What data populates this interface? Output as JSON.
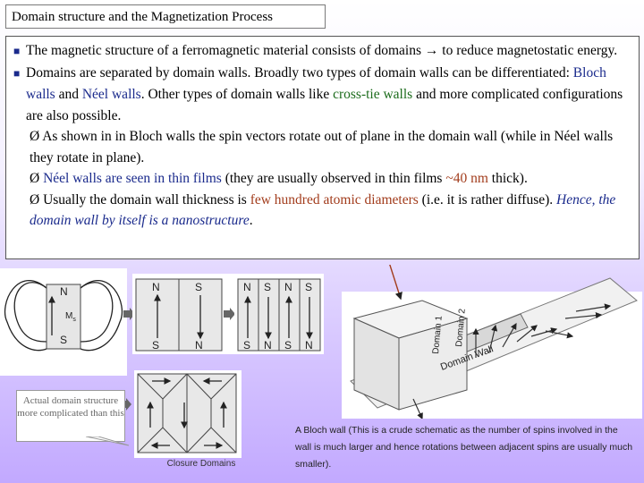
{
  "title": "Domain structure and the Magnetization Process",
  "bullets": [
    {
      "text": "The magnetic structure of a ferromagnetic material consists of domains → to reduce magnetostatic energy."
    },
    {
      "pre": "Domains are separated by domain walls. Broadly two types of domain walls can be differentiated: ",
      "bloch": "Bloch walls",
      "and": " and ",
      "neel": "Néel walls",
      "mid": ". Other types of domain walls like ",
      "crosstie": "cross-tie walls",
      "post": " and more complicated configurations are also possible."
    }
  ],
  "sub_bullets": [
    {
      "text": "As shown in  in Bloch walls the spin vectors rotate out of plane in the domain wall (while in Néel walls they rotate in plane)."
    },
    {
      "neel_films": "Néel walls are seen in thin films",
      "mid": " (they are usually observed in thin films ",
      "thickness": "~40 nm",
      "post": " thick)."
    },
    {
      "pre": "Usually the domain wall thickness is ",
      "few": "few hundred atomic diameters",
      "mid": " (i.e. it is rather diffuse). ",
      "ital": "Hence, the domain wall by itself is a nanostructure",
      "end": "."
    }
  ],
  "figure_labels": {
    "magnet_n": "N",
    "magnet_s": "S",
    "magnet_ms": "M",
    "ms_sub": "s",
    "two_domain_top": [
      "N",
      "S"
    ],
    "two_domain_bottom": [
      "S",
      "N"
    ],
    "four_domain_top": [
      "N",
      "S",
      "N",
      "S"
    ],
    "four_domain_bottom": [
      "S",
      "N",
      "S",
      "N"
    ],
    "domain1": "Domain 1",
    "domain2": "Domain 2",
    "domain_wall": "Domain Wall"
  },
  "callout": "Actual domain structure more complicated than this",
  "closure_label": "Closure Domains",
  "caption": "A Bloch wall (This is a crude schematic as the number of spins involved in the wall is much larger and hence rotations between adjacent spins are usually much smaller).",
  "colors": {
    "blue": "#1a2a8c",
    "green": "#1b6b1b",
    "red": "#a23c1c"
  }
}
